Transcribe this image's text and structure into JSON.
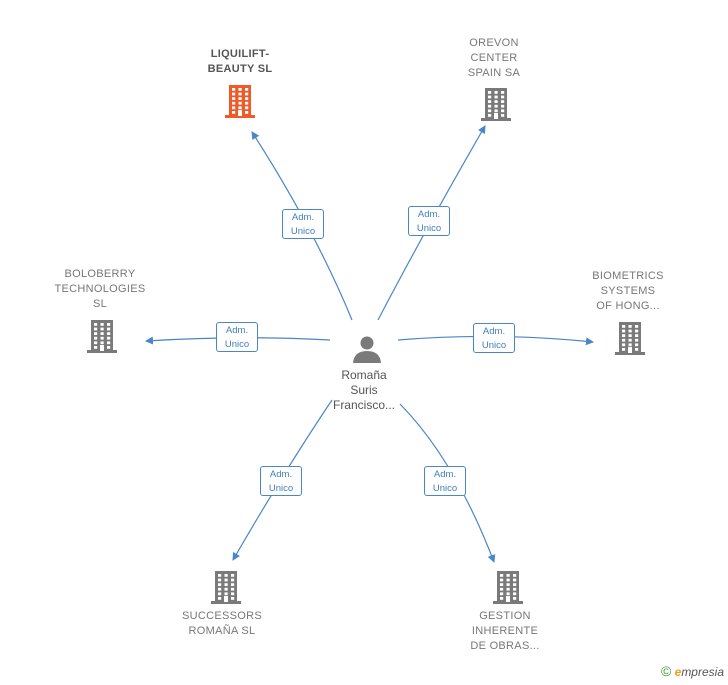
{
  "center": {
    "lines": [
      "Romaña",
      "Suris",
      "Francisco..."
    ]
  },
  "nodes": [
    {
      "id": "liquilift",
      "lines": [
        "LIQUILIFT-",
        "BEAUTY  SL"
      ],
      "highlight": true
    },
    {
      "id": "orevon",
      "lines": [
        "OREVON",
        "CENTER",
        "SPAIN SA"
      ],
      "highlight": false
    },
    {
      "id": "boloberry",
      "lines": [
        "BOLOBERRY",
        "TECHNOLOGIES",
        "SL"
      ],
      "highlight": false
    },
    {
      "id": "biometrics",
      "lines": [
        "BIOMETRICS",
        "SYSTEMS",
        "OF HONG..."
      ],
      "highlight": false
    },
    {
      "id": "successors",
      "lines": [
        "SUCCESSORS",
        "ROMAÑA  SL"
      ],
      "highlight": false
    },
    {
      "id": "gestion",
      "lines": [
        "GESTION",
        "INHERENTE",
        "DE OBRAS..."
      ],
      "highlight": false
    }
  ],
  "relations": [
    {
      "target": "liquilift",
      "lines": [
        "Adm.",
        "Unico"
      ]
    },
    {
      "target": "orevon",
      "lines": [
        "Adm.",
        "Unico"
      ]
    },
    {
      "target": "boloberry",
      "lines": [
        "Adm.",
        "Unico"
      ]
    },
    {
      "target": "biometrics",
      "lines": [
        "Adm.",
        "Unico"
      ]
    },
    {
      "target": "successors",
      "lines": [
        "Adm.",
        "Unico"
      ]
    },
    {
      "target": "gestion",
      "lines": [
        "Adm.",
        "Unico"
      ]
    }
  ],
  "colors": {
    "edge": "#4a86c8",
    "building": "#7a7a7a",
    "building_highlight": "#f05a28",
    "person": "#7a7a7a"
  },
  "icons": {
    "company": "building-icon",
    "person": "person-icon"
  },
  "brand": {
    "copyright": "©",
    "initial": "e",
    "rest": "mpresia"
  }
}
